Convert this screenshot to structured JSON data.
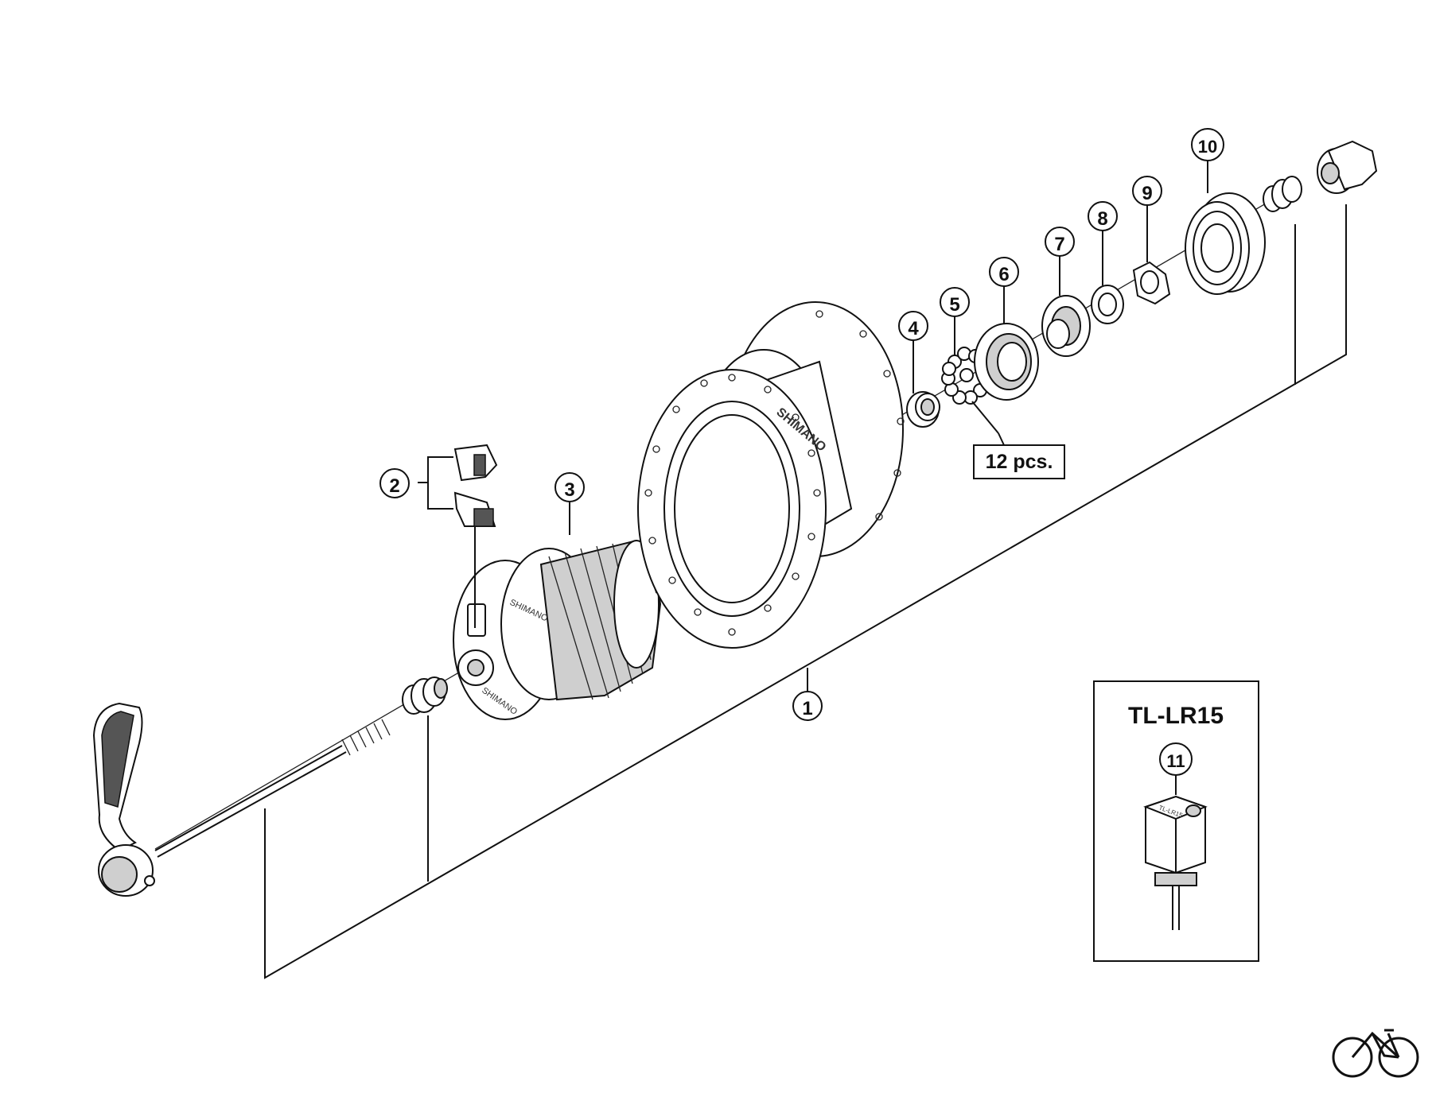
{
  "diagram": {
    "callouts": [
      "1",
      "2",
      "3",
      "4",
      "5",
      "6",
      "7",
      "8",
      "9",
      "10",
      "11"
    ],
    "pcs_label": "12 pcs.",
    "tool_title": "TL-LR15",
    "brand_print": "SHIMANO",
    "tool_face_print": "TL-LR15",
    "logo_icon": "bicycle-icon"
  }
}
